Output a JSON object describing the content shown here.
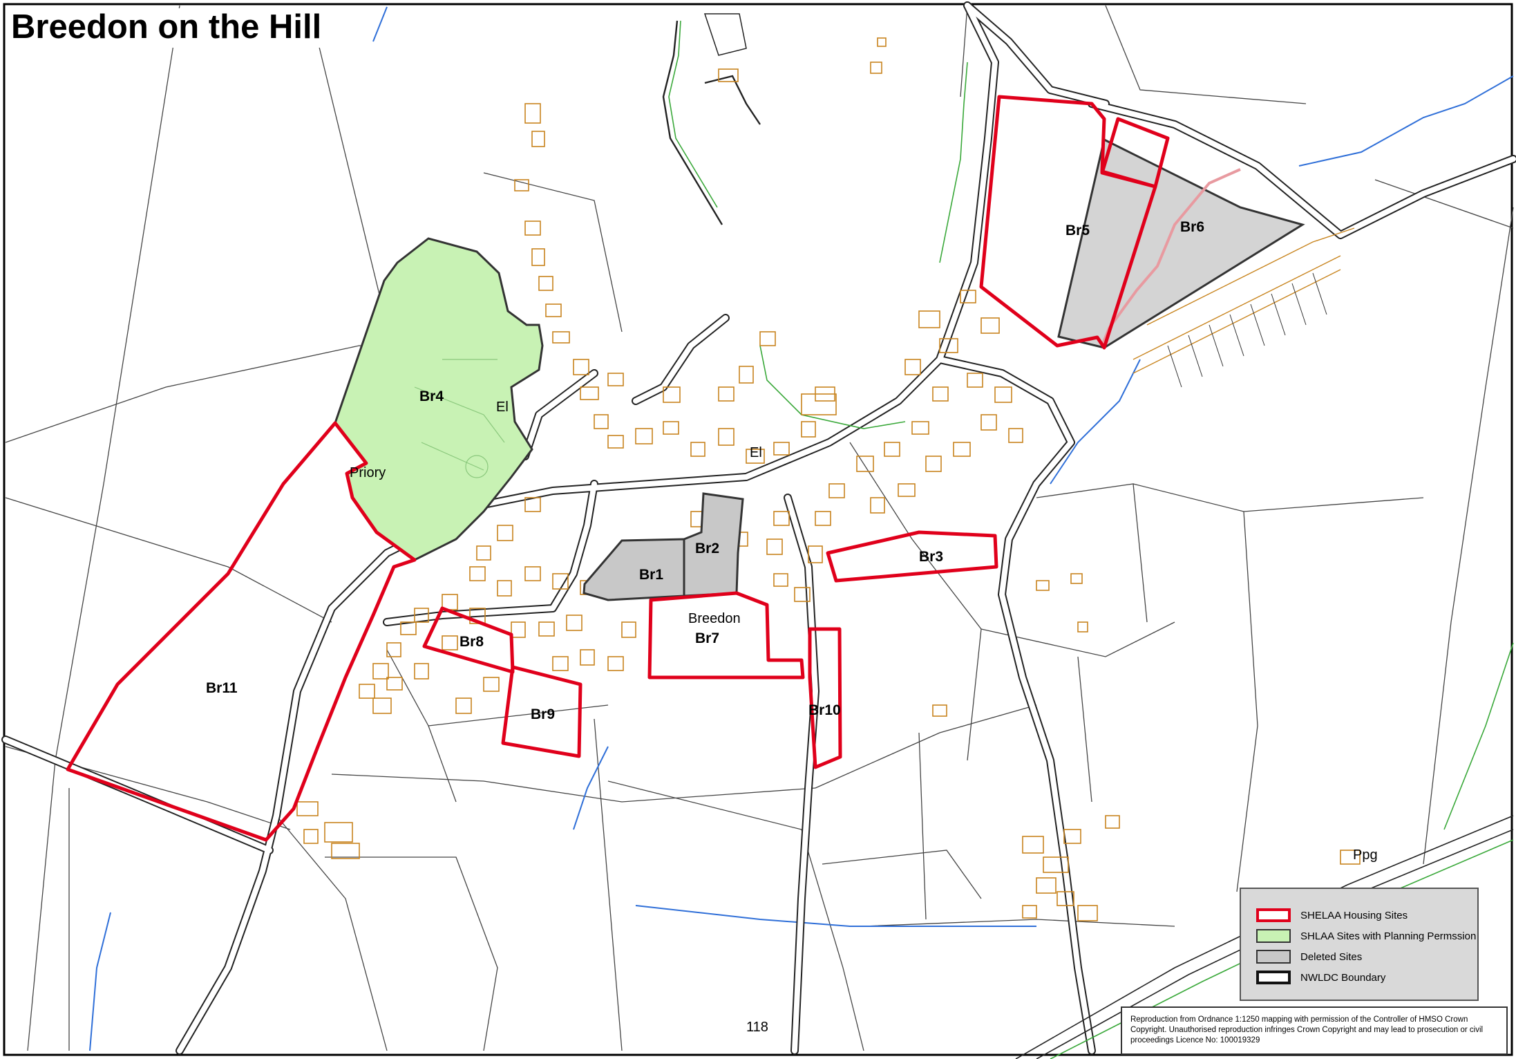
{
  "title": "Breedon on the Hill",
  "page_number": "118",
  "site_labels": [
    "Br1",
    "Br2",
    "Br3",
    "Br4",
    "Br5",
    "Br6",
    "Br7",
    "Br8",
    "Br9",
    "Br10",
    "Br11"
  ],
  "place_labels": [
    "Priory",
    "Breedon",
    "El",
    "El",
    "Ppg"
  ],
  "legend": {
    "items": [
      {
        "label": "SHELAA Housing Sites",
        "color": "#e0001b"
      },
      {
        "label": "SHLAA Sites with Planning Permssion",
        "color": "#c8f2b4"
      },
      {
        "label": "Deleted Sites",
        "color": "#c8c8c8"
      },
      {
        "label": "NWLDC Boundary",
        "color": "#111111"
      }
    ]
  },
  "credit": "Reproduction from Ordnance  1:1250 mapping with permission of the Controller of HMSO Crown Copyright.  Unauthorised reproduction  infringes Crown Copyright and may lead to prosecution or civil proceedings Licence No: 100019329"
}
